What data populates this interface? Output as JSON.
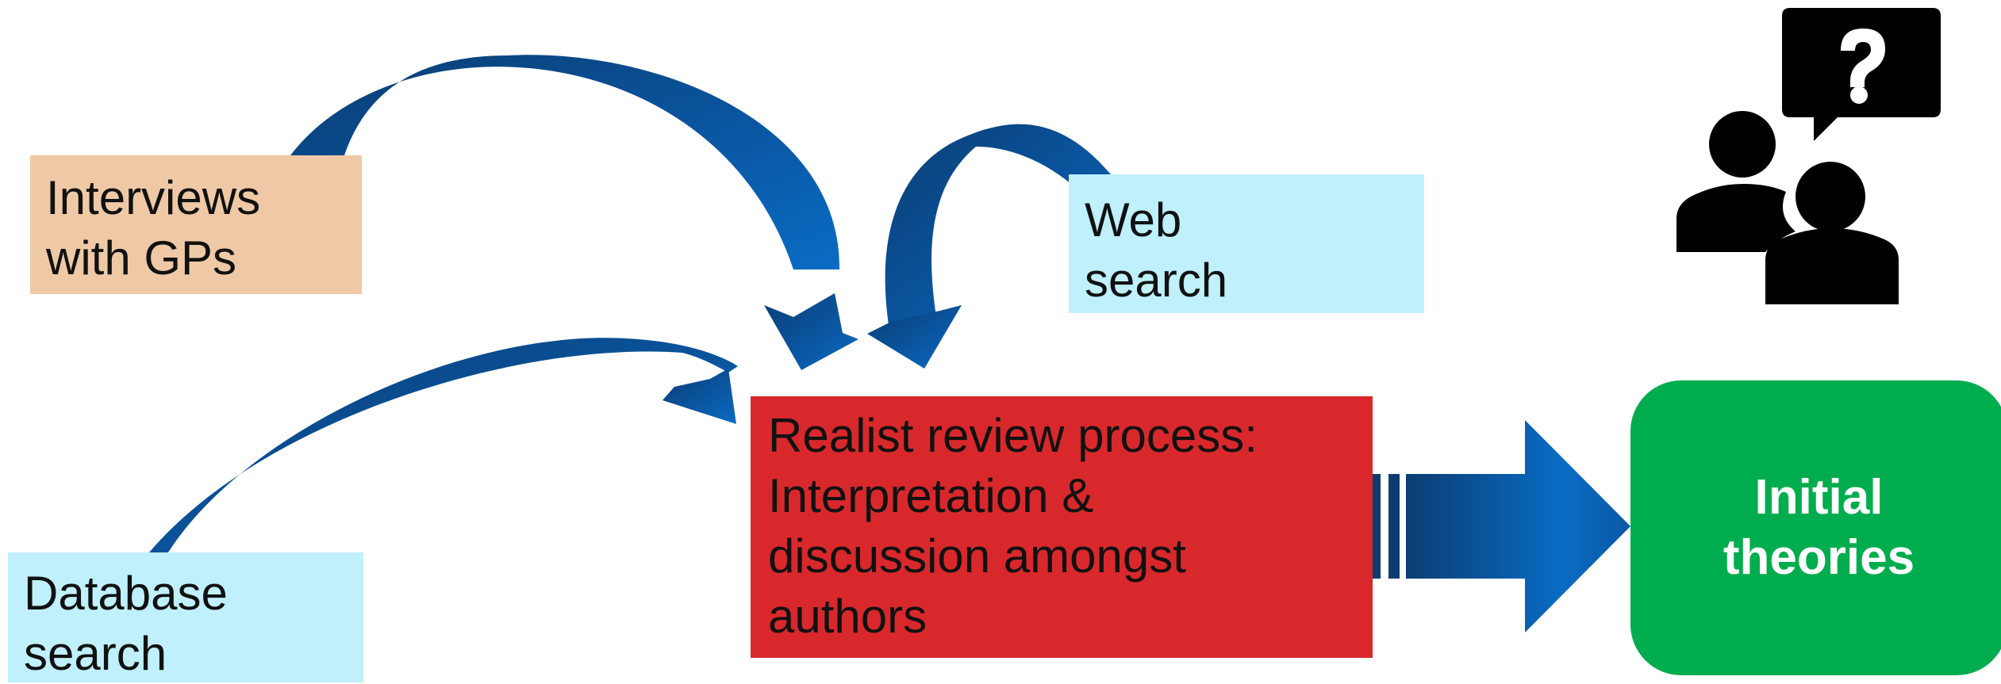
{
  "nodes": {
    "interviews": "Interviews\nwith GPs",
    "web_search": "Web\nsearch",
    "database_search": "Database\nsearch",
    "realist_review": "Realist review process:\nInterpretation &\ndiscussion amongst\nauthors",
    "initial_theories": "Initial\ntheories"
  },
  "edges": [
    {
      "from": "interviews",
      "to": "realist_review"
    },
    {
      "from": "web_search",
      "to": "realist_review"
    },
    {
      "from": "database_search",
      "to": "realist_review"
    },
    {
      "from": "realist_review",
      "to": "initial_theories"
    }
  ],
  "icon": "people-discussion-question-icon",
  "colors": {
    "interviews_fill": "#efc9a6",
    "search_fill": "#bff0fb",
    "realist_fill": "#d9282c",
    "theories_fill": "#00ad4e",
    "arrow_dark": "#0b3d73",
    "arrow_light": "#0a6cc4",
    "icon": "#000000"
  }
}
